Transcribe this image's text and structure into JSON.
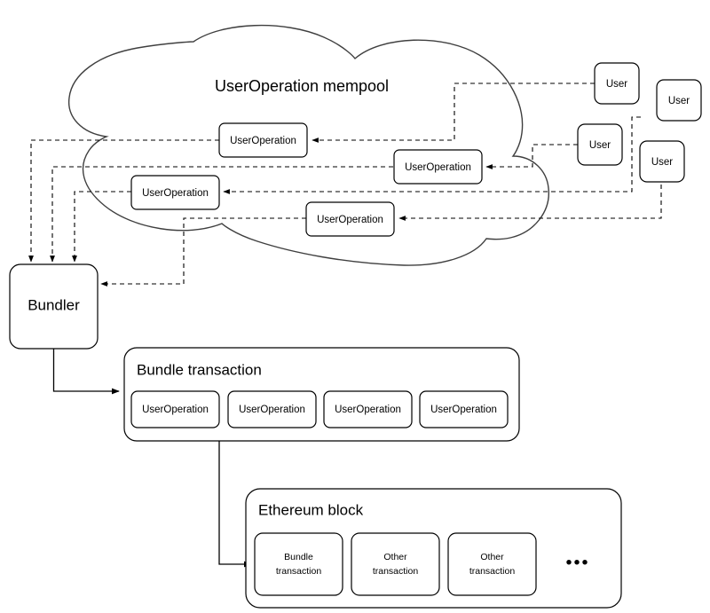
{
  "diagram": {
    "title": "UserOperation mempool",
    "background_color": "#ffffff",
    "stroke_color": "#000000",
    "cloud_stroke_color": "#3f3f3f"
  },
  "mempool": {
    "label": "UserOperation mempool",
    "userops": [
      {
        "label": "UserOperation"
      },
      {
        "label": "UserOperation"
      },
      {
        "label": "UserOperation"
      },
      {
        "label": "UserOperation"
      }
    ]
  },
  "users": [
    {
      "label": "User"
    },
    {
      "label": "User"
    },
    {
      "label": "User"
    },
    {
      "label": "User"
    }
  ],
  "bundler": {
    "label": "Bundler"
  },
  "bundle_transaction": {
    "label": "Bundle transaction",
    "userops": [
      {
        "label": "UserOperation"
      },
      {
        "label": "UserOperation"
      },
      {
        "label": "UserOperation"
      },
      {
        "label": "UserOperation"
      }
    ]
  },
  "ethereum_block": {
    "label": "Ethereum block",
    "transactions": [
      {
        "line1": "Bundle",
        "line2": "transaction"
      },
      {
        "line1": "Other",
        "line2": "transaction"
      },
      {
        "line1": "Other",
        "line2": "transaction"
      }
    ],
    "ellipsis": "•••"
  }
}
